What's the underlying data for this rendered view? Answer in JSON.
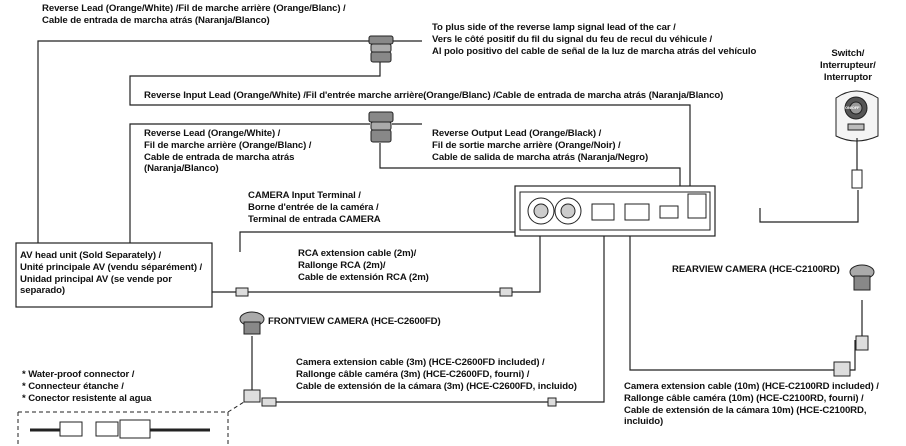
{
  "labels": {
    "reverse_lead_top": [
      "Reverse Lead (Orange/White) /Fil de marche arrière (Orange/Blanc) /",
      "Cable de entrada de marcha atrás (Naranja/Blanco)"
    ],
    "plus_side": [
      "To plus side of the reverse lamp signal lead of the car /",
      "Vers le côté positif du fil du signal du feu de recul du véhicule /",
      "Al polo positivo del cable de señal de la luz de marcha atrás del vehículo"
    ],
    "switch": [
      "Switch/",
      "Interrupteur/",
      "Interruptor"
    ],
    "reverse_input": [
      "Reverse Input Lead (Orange/White) /Fil d'entrée marche arrière(Orange/Blanc) /Cable de entrada de marcha atrás (Naranja/Blanco)"
    ],
    "reverse_lead_left": [
      "Reverse Lead (Orange/White) /",
      "Fil de marche arrière (Orange/Blanc) /",
      "Cable de entrada de marcha atrás",
      "(Naranja/Blanco)"
    ],
    "reverse_output": [
      "Reverse Output Lead (Orange/Black) /",
      "Fil de sortie marche arrière (Orange/Noir) /",
      "Cable de salida de marcha atrás (Naranja/Negro)"
    ],
    "camera_input": [
      "CAMERA Input Terminal /",
      "Borne d'entrée de la caméra /",
      "Terminal de entrada CAMERA"
    ],
    "av_head_unit": [
      "AV head unit (Sold Separately) /",
      "Unité principale AV (vendu séparément) /",
      "Unidad principal AV (se vende por",
      "separado)"
    ],
    "rca_ext": [
      "RCA extension cable (2m)/",
      "Rallonge RCA (2m)/",
      "Cable de extensión RCA (2m)"
    ],
    "rearview": [
      "REARVIEW CAMERA (HCE-C2100RD)"
    ],
    "frontview": [
      "FRONTVIEW CAMERA (HCE-C2600FD)"
    ],
    "cam_ext_3m": [
      "Camera extension cable (3m) (HCE-C2600FD included) /",
      "Rallonge câble caméra (3m) (HCE-C2600FD, fourni) /",
      "Cable de extensión de la cámara (3m) (HCE-C2600FD, incluido)"
    ],
    "waterproof": [
      "* Water-proof connector /",
      "* Connecteur étanche /",
      "* Conector resistente al agua"
    ],
    "cam_ext_10m": [
      "Camera extension cable (10m) (HCE-C2100RD included) /",
      "Rallonge câble caméra (10m) (HCE-C2100RD, fourni) /",
      "Cable de extensión de la cámara 10m) (HCE-C2100RD,",
      "incluido)"
    ]
  },
  "switch_face": "ON/OFF"
}
